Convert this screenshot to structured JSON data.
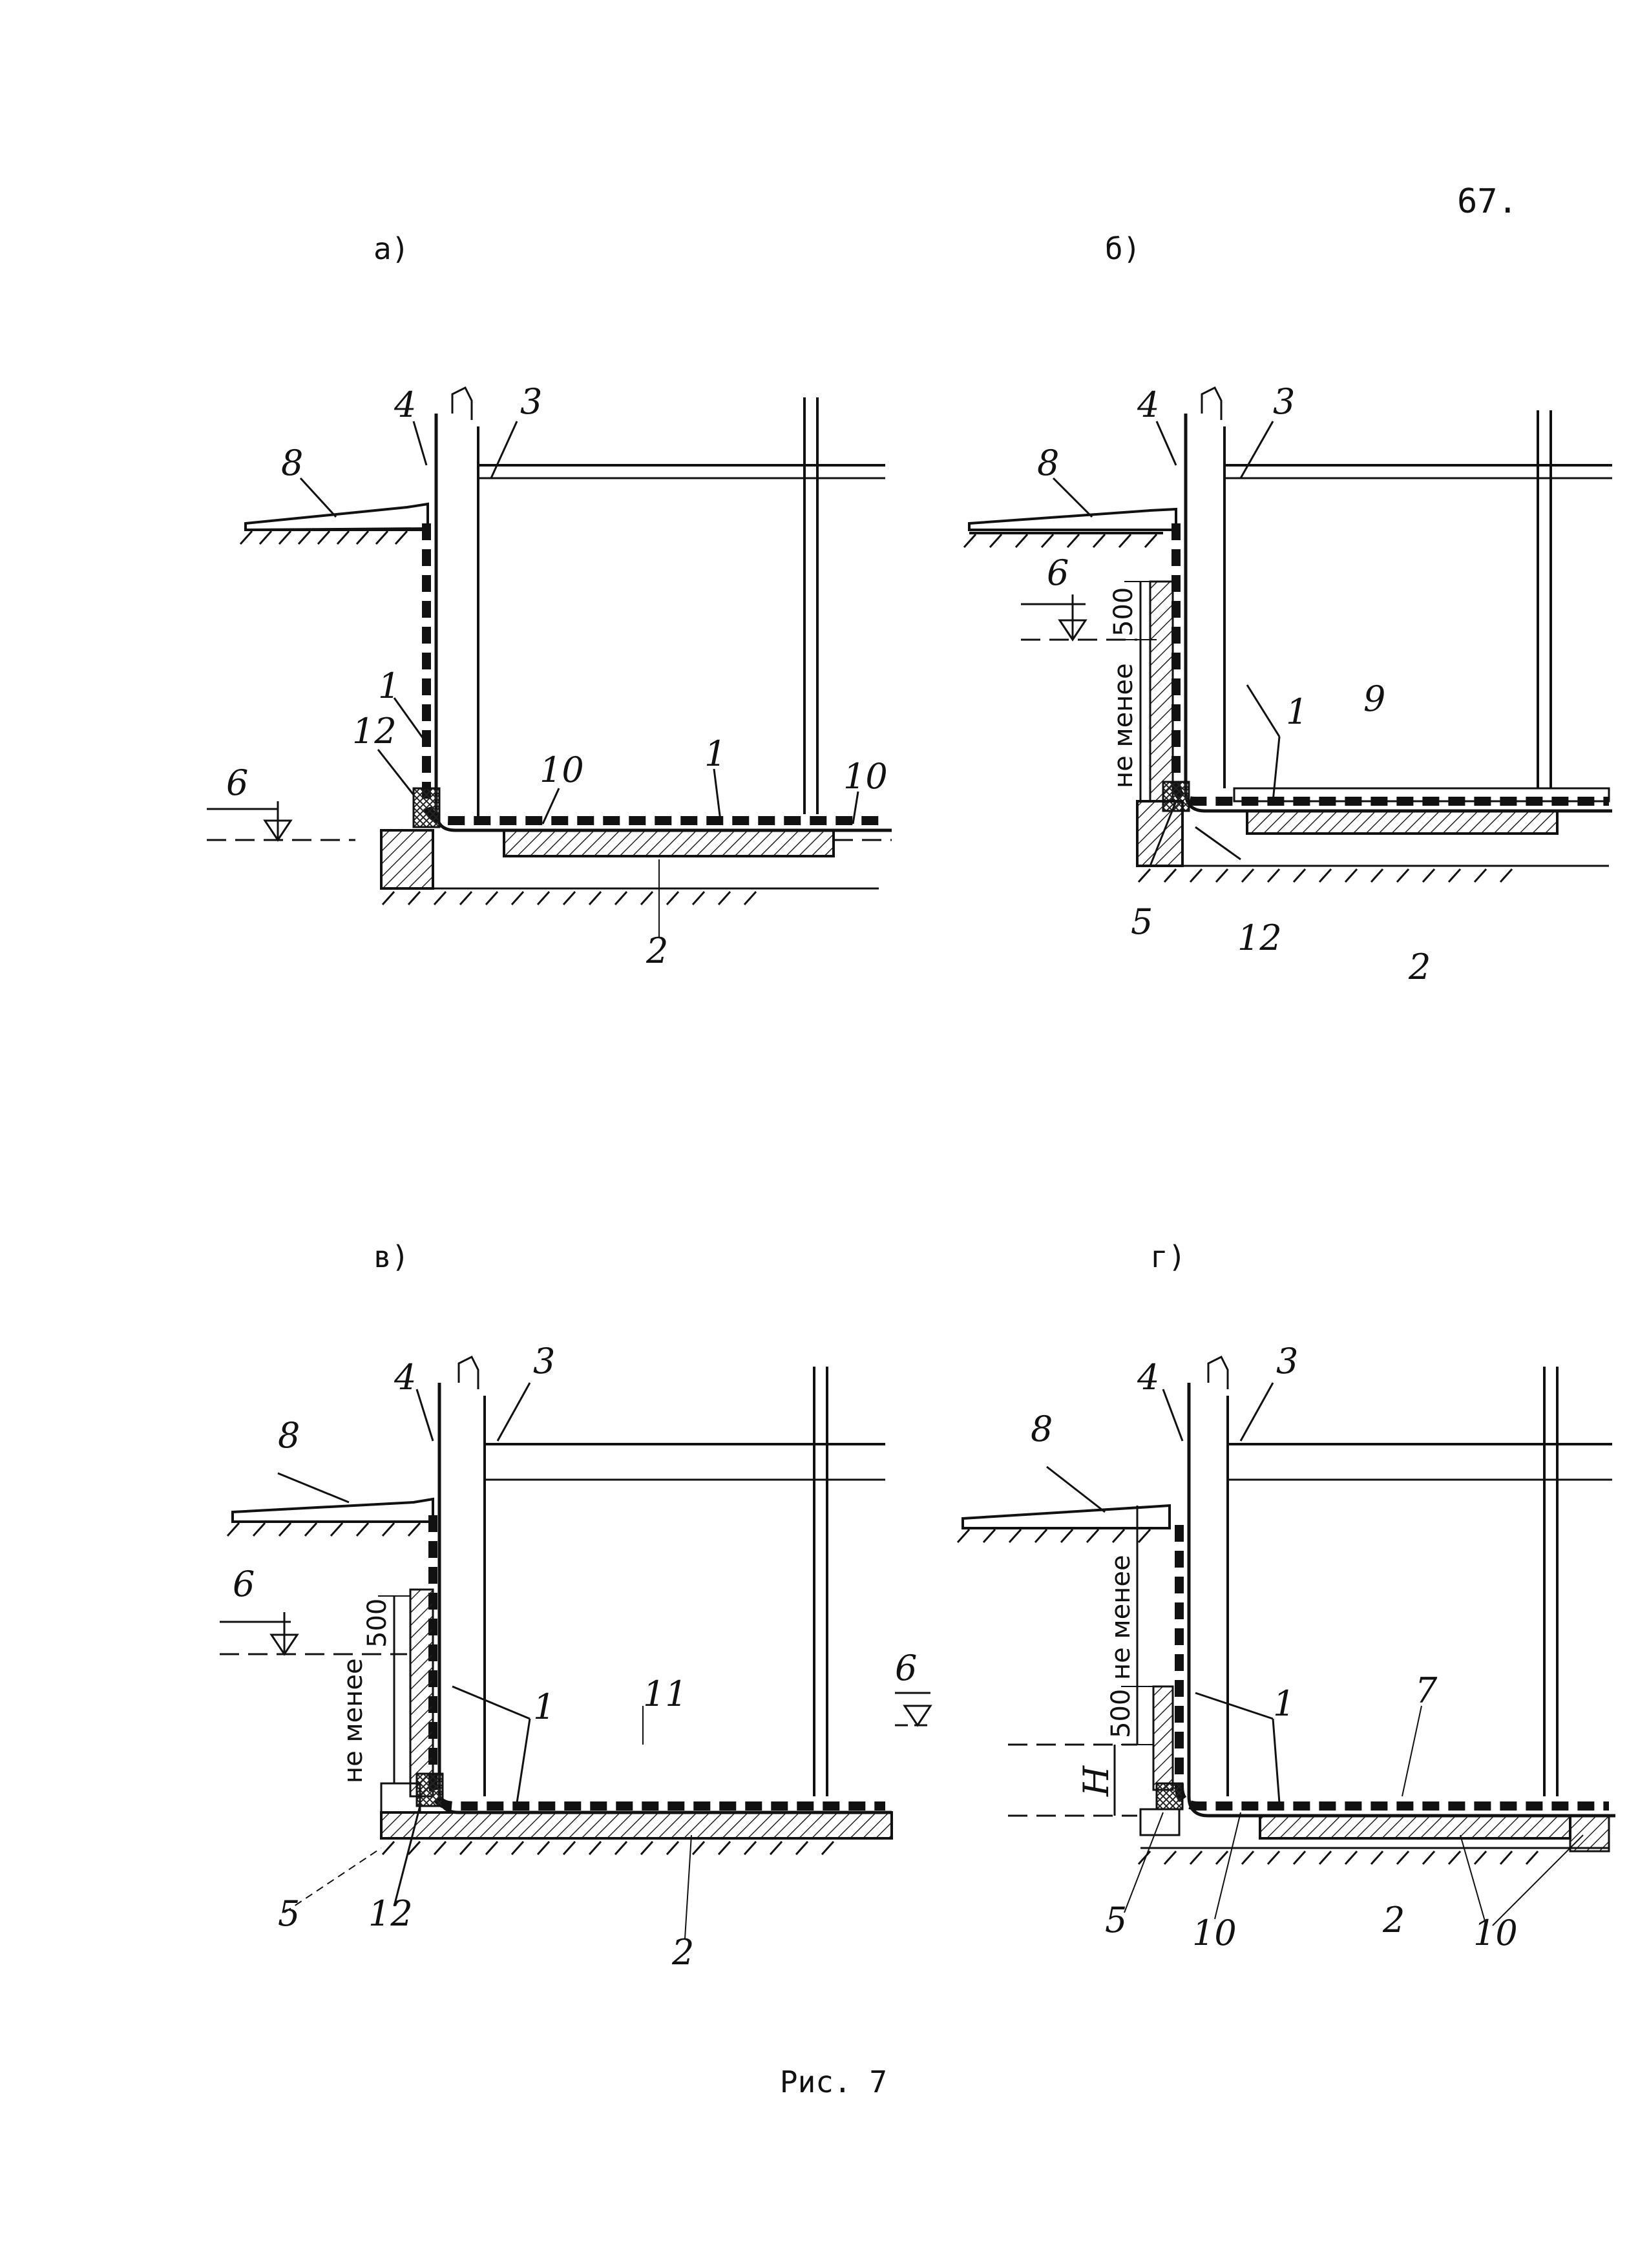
{
  "page_number": "67.",
  "caption": "Рис. 7",
  "panels": [
    {
      "label": "а)",
      "callouts": {
        "c1": "1",
        "c2": "2",
        "c3": "3",
        "c4": "4",
        "c6": "6",
        "c8": "8",
        "c10a": "10",
        "c10b": "10",
        "c12": "12",
        "c1b": "1"
      }
    },
    {
      "label": "б)",
      "dim_500": "500",
      "dim_min": "не менее",
      "callouts": {
        "c1": "1",
        "c2": "2",
        "c3": "3",
        "c4": "4",
        "c5": "5",
        "c6": "6",
        "c8": "8",
        "c9": "9",
        "c12": "12"
      }
    },
    {
      "label": "в)",
      "dim_500": "500",
      "dim_min": "не менее",
      "callouts": {
        "c1": "1",
        "c2": "2",
        "c3": "3",
        "c4": "4",
        "c5": "5",
        "c6a": "6",
        "c6b": "6",
        "c8": "8",
        "c11": "11",
        "c12": "12"
      }
    },
    {
      "label": "г)",
      "dim_500": "500",
      "dim_min": "не менее",
      "dim_h": "H",
      "callouts": {
        "c1": "1",
        "c2": "2",
        "c3": "3",
        "c4": "4",
        "c5": "5",
        "c7": "7",
        "c8": "8",
        "c10a": "10",
        "c10b": "10"
      }
    }
  ]
}
